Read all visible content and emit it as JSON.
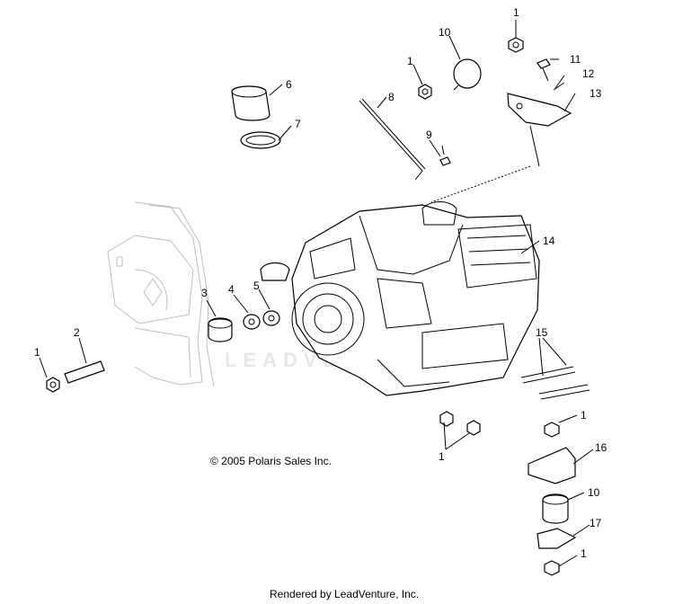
{
  "copyright": "© 2005 Polaris Sales Inc.",
  "footer": "Rendered by LeadVenture, Inc.",
  "watermark": "LEADVENTURE",
  "callouts": [
    "1",
    "10",
    "11",
    "12",
    "13",
    "6",
    "7",
    "8",
    "9",
    "1",
    "14",
    "3",
    "4",
    "5",
    "2",
    "1",
    "15",
    "1",
    "16",
    "1",
    "10",
    "17",
    "1"
  ]
}
